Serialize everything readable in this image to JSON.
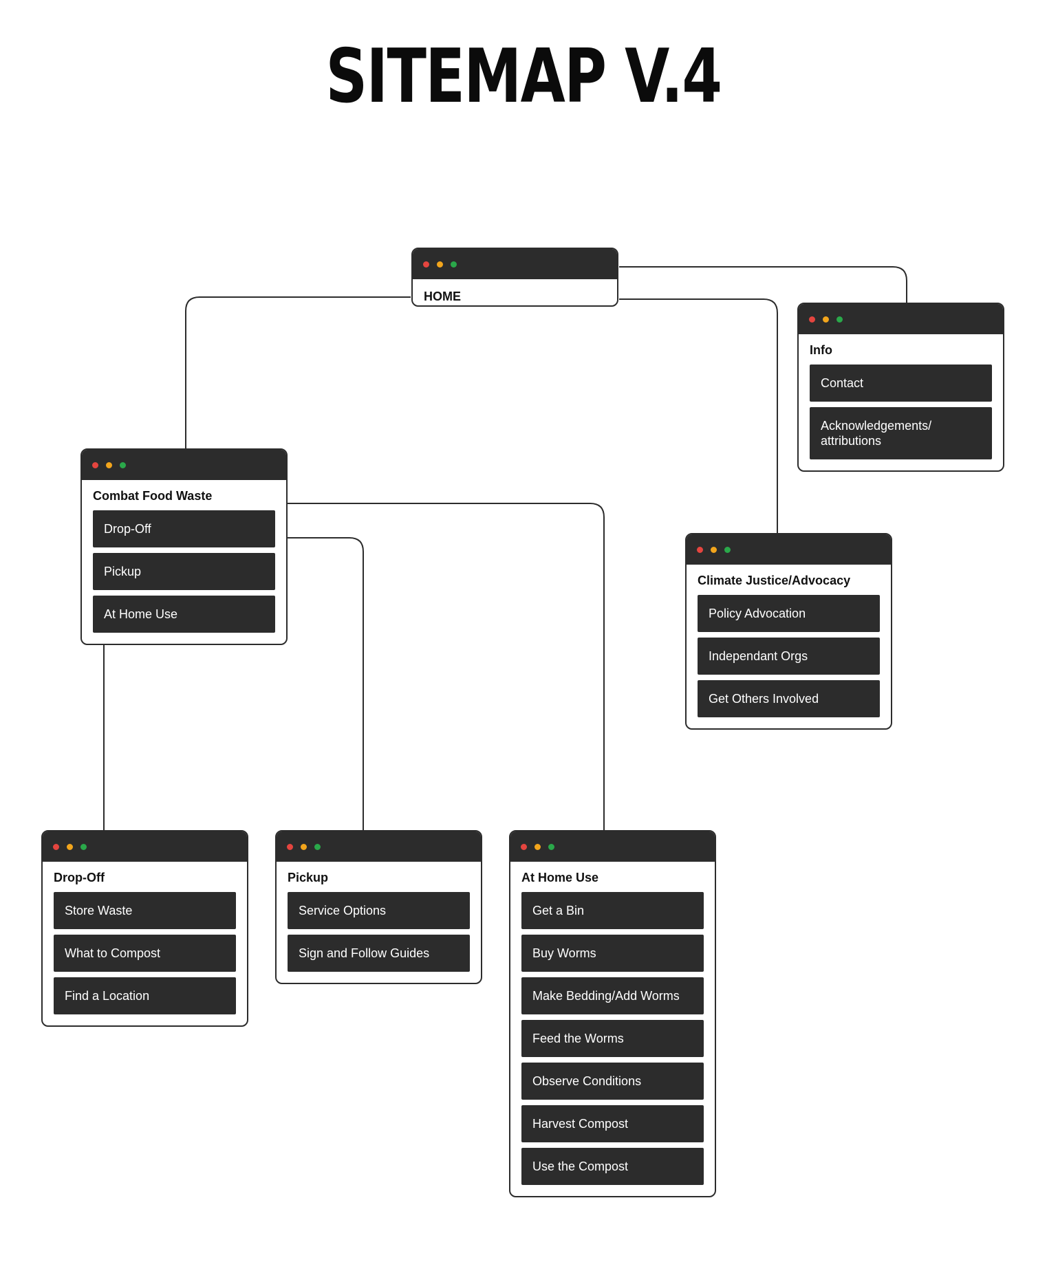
{
  "title": "SITEMAP V.4",
  "colors": {
    "window_bar": "#2c2c2c",
    "dot_red": "#e5453f",
    "dot_yellow": "#f2a51c",
    "dot_green": "#2aa84a"
  },
  "home": {
    "title": "HOME"
  },
  "info": {
    "title": "Info",
    "items": [
      "Contact",
      "Acknowledgements/ attributions"
    ]
  },
  "combat": {
    "title": "Combat Food Waste",
    "items": [
      "Drop-Off",
      "Pickup",
      "At Home Use"
    ]
  },
  "climate": {
    "title": "Climate Justice/Advocacy",
    "items": [
      "Policy Advocation",
      "Independant Orgs",
      "Get Others Involved"
    ]
  },
  "dropoff": {
    "title": "Drop-Off",
    "items": [
      "Store Waste",
      "What to Compost",
      "Find a Location"
    ]
  },
  "pickup": {
    "title": "Pickup",
    "items": [
      "Service Options",
      "Sign and Follow Guides"
    ]
  },
  "athome": {
    "title": "At Home Use",
    "items": [
      "Get a Bin",
      "Buy Worms",
      "Make Bedding/Add Worms",
      "Feed the Worms",
      "Observe Conditions",
      "Harvest Compost",
      "Use the Compost"
    ]
  }
}
